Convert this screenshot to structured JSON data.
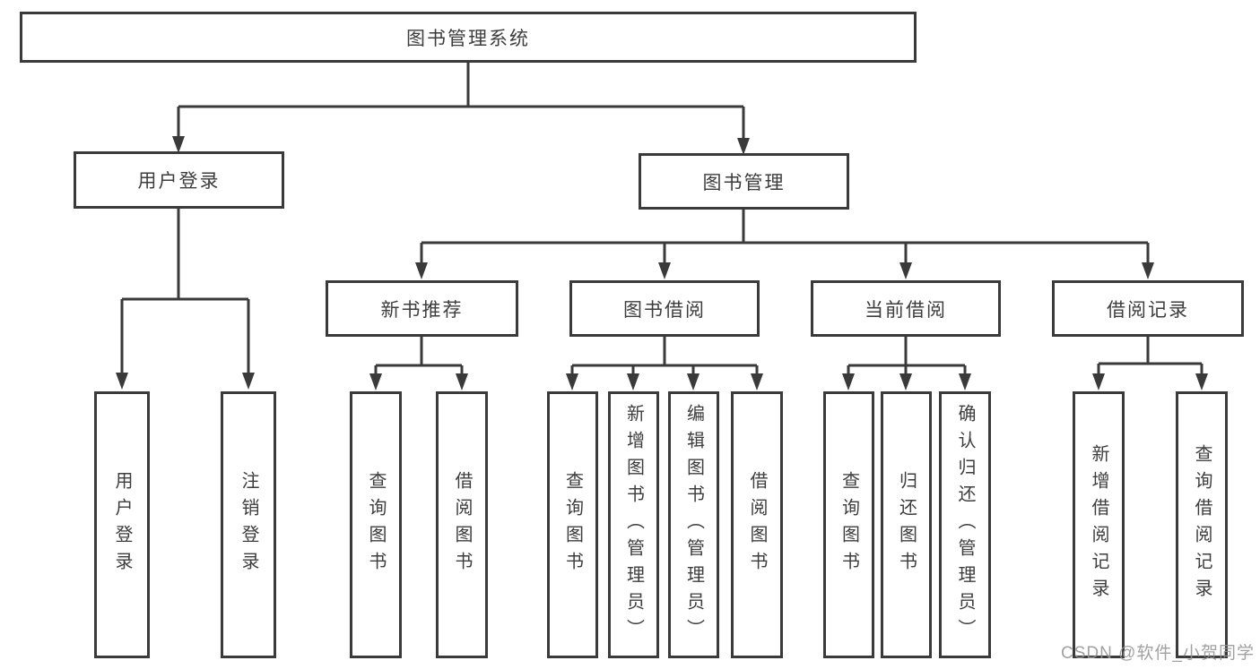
{
  "diagram": {
    "title": "图书管理系统",
    "branches": [
      {
        "label": "用户登录",
        "children": [
          {
            "label": "用户登录"
          },
          {
            "label": "注销登录"
          }
        ]
      },
      {
        "label": "图书管理",
        "children": [
          {
            "label": "新书推荐",
            "children": [
              {
                "label": "查询图书"
              },
              {
                "label": "借阅图书"
              }
            ]
          },
          {
            "label": "图书借阅",
            "children": [
              {
                "label": "查询图书"
              },
              {
                "label": "新增图书（管理员）"
              },
              {
                "label": "编辑图书（管理员）"
              },
              {
                "label": "借阅图书"
              }
            ]
          },
          {
            "label": "当前借阅",
            "children": [
              {
                "label": "查询图书"
              },
              {
                "label": "归还图书"
              },
              {
                "label": "确认归还（管理员）"
              }
            ]
          },
          {
            "label": "借阅记录",
            "children": [
              {
                "label": "新增借阅记录"
              },
              {
                "label": "查询借阅记录"
              }
            ]
          }
        ]
      }
    ]
  },
  "watermark": {
    "text": "CSDN @软件_小贺同学"
  },
  "colors": {
    "line": "#3a3a3a",
    "text": "#3d3d3d",
    "watermark": "#949494",
    "background": "#ffffff"
  }
}
